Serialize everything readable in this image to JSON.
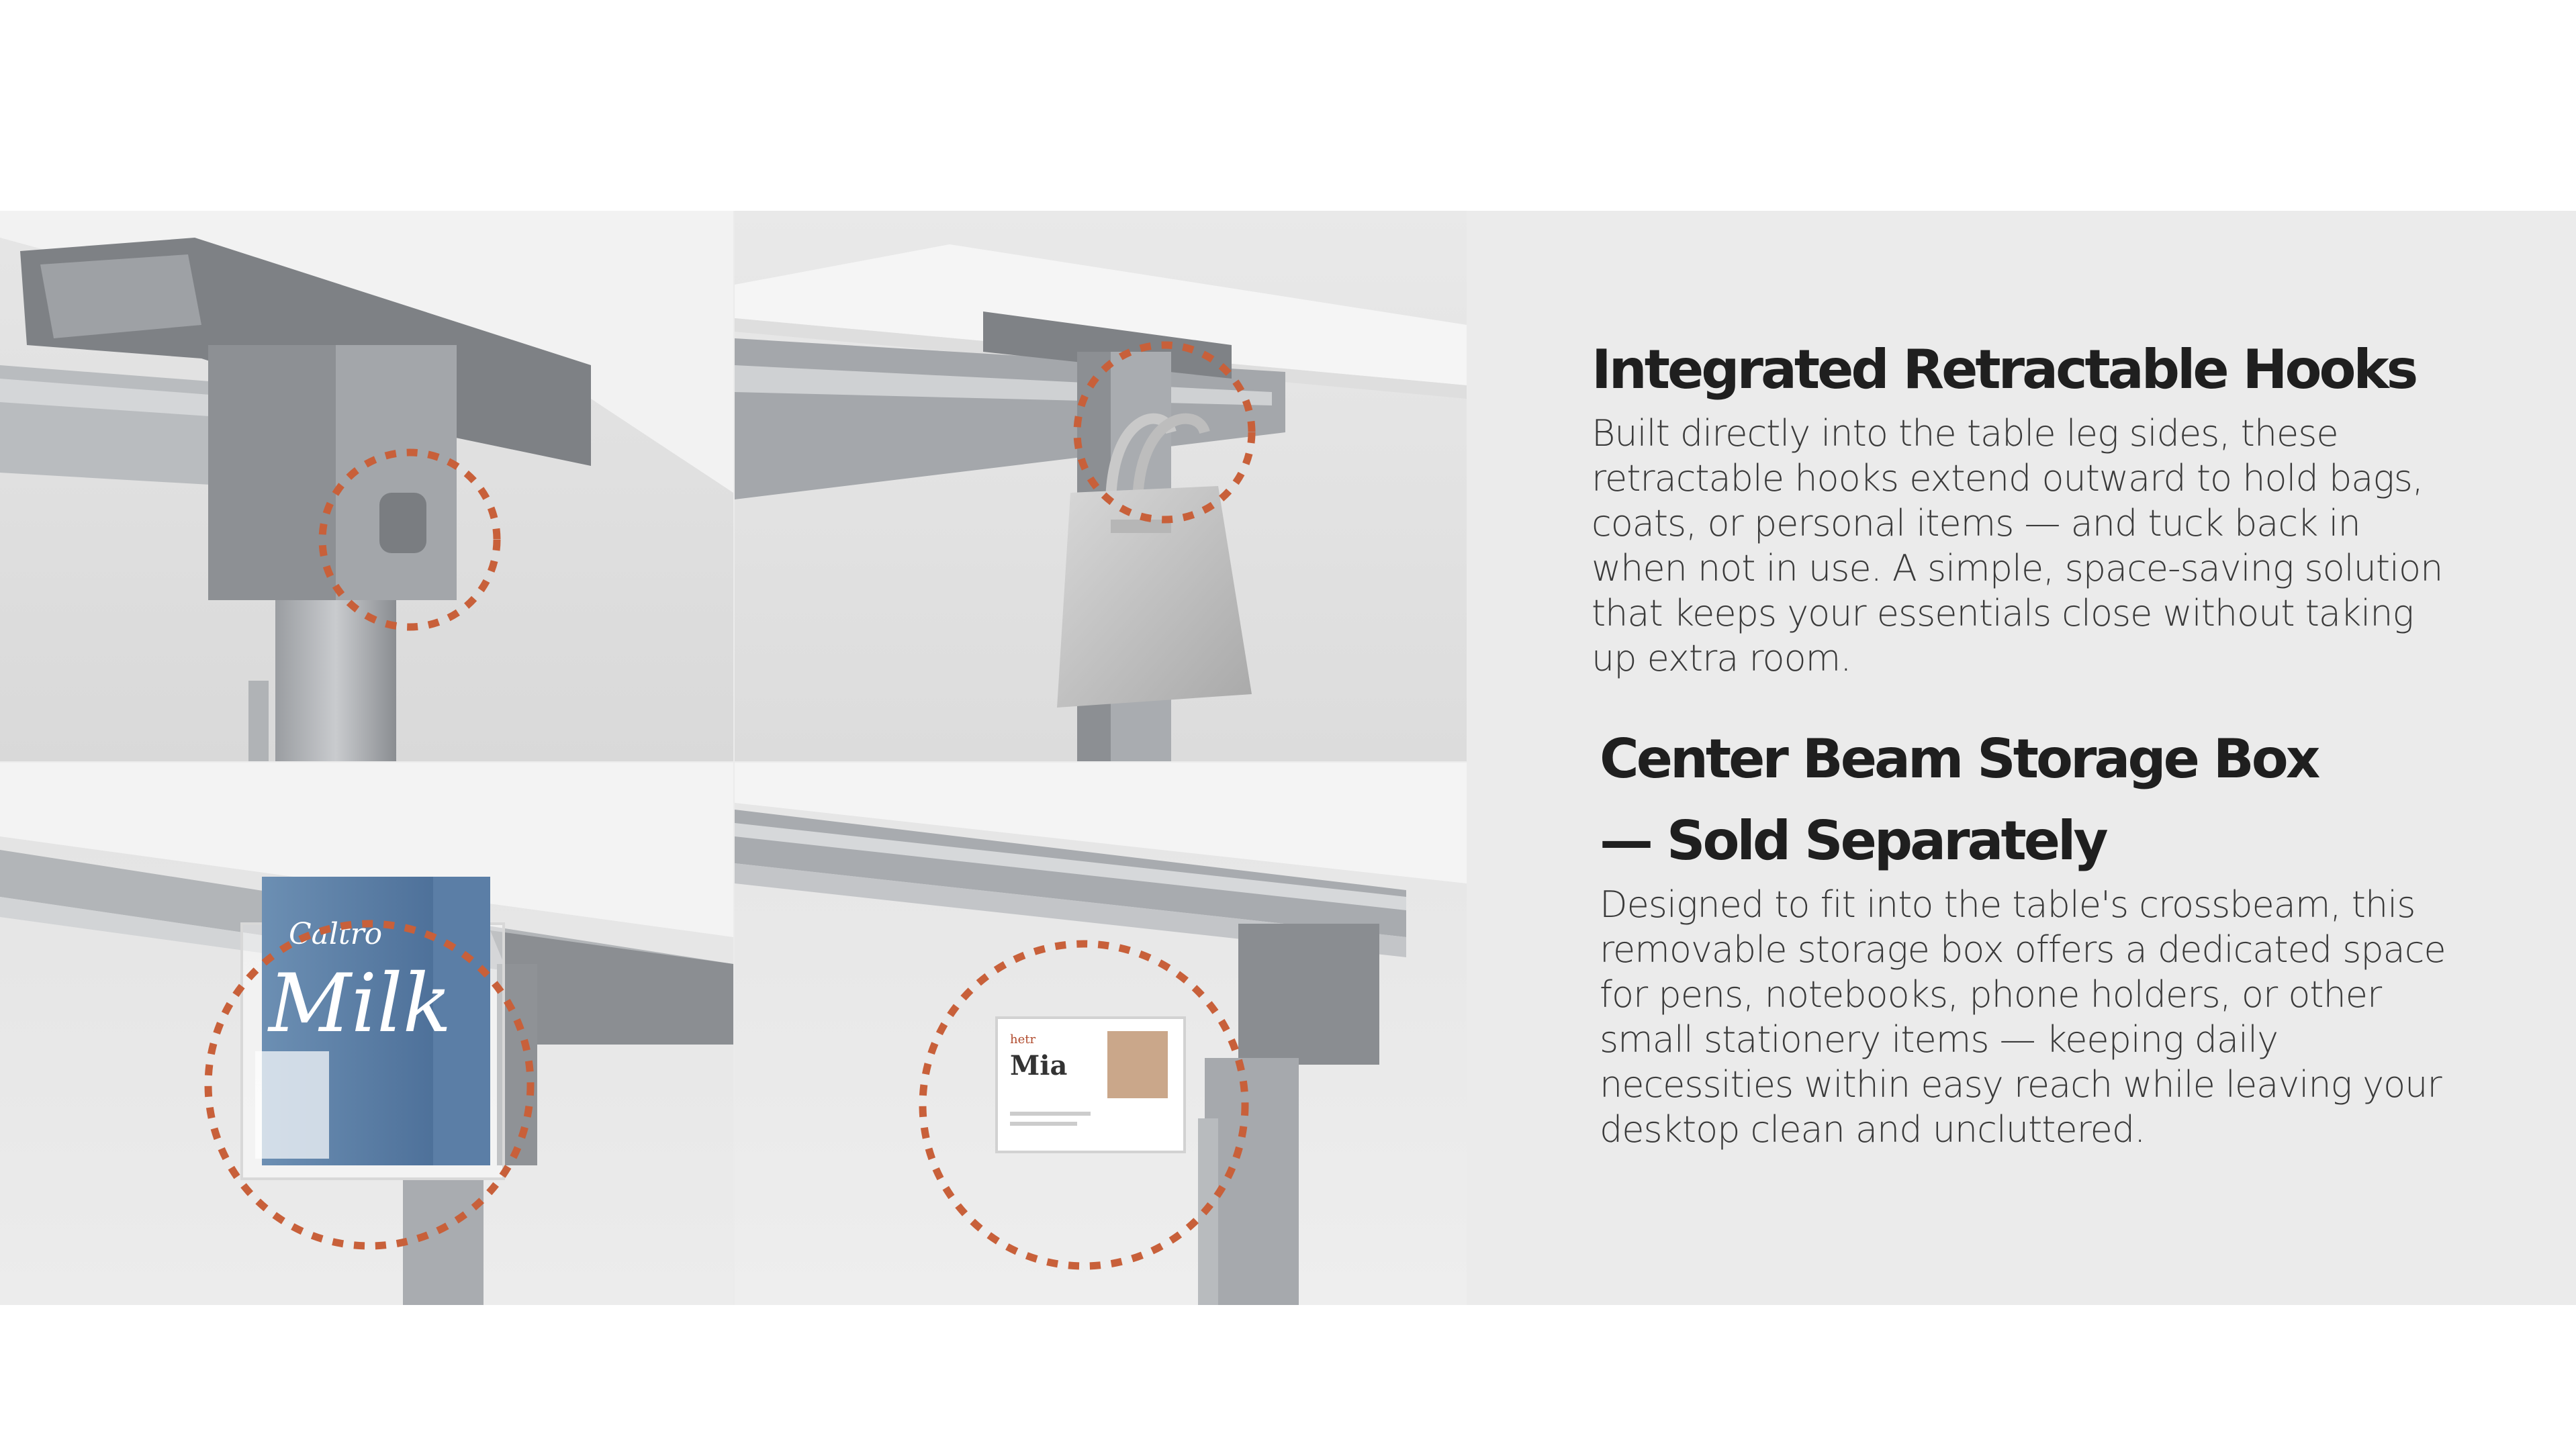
{
  "section_hooks": {
    "title": "Integrated Retractable Hooks",
    "body": "Built directly into the table leg sides, these retractable hooks extend outward to hold bags, coats, or personal items — and tuck back in when not in use. A simple, space-saving solution that keeps your essentials close without taking up extra room."
  },
  "section_storage": {
    "title_line1": "Center Beam Storage Box",
    "title_line2": "— Sold Separately",
    "body": "Designed to fit into the table's crossbeam, this removable storage box offers a dedicated space for pens, notebooks, phone holders, or other small stationery items — keeping daily necessities within easy reach while leaving your desktop clean and uncluttered."
  },
  "photo_labels": {
    "milk_brand": "Caltro",
    "milk_word": "Milk",
    "card_logo": "hetr",
    "card_name": "Mia"
  },
  "colors": {
    "band_background": "#ebebeb",
    "highlight_circle": "#c8603a",
    "metal": "#8f9296",
    "tabletop": "#f4f4f4"
  }
}
